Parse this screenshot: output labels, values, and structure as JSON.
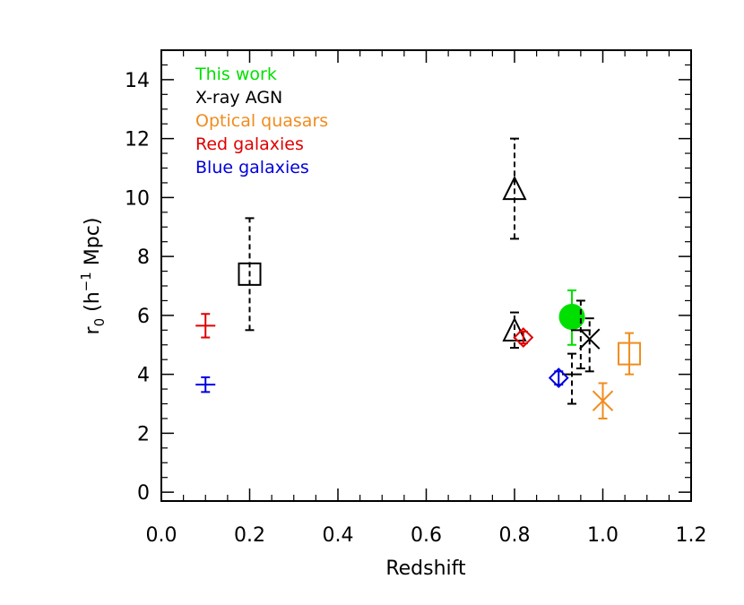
{
  "chart_data": {
    "type": "scatter",
    "xlabel": "Redshift",
    "ylabel": "r₀ (h⁻¹ Mpc)",
    "ylabel_parts": {
      "r": "r",
      "sub": "0",
      "open": " (h",
      "sup": "−1",
      "rest": " Mpc)"
    },
    "xlim": [
      0.0,
      1.2
    ],
    "ylim": [
      -0.3,
      15
    ],
    "xticks": [
      0.0,
      0.2,
      0.4,
      0.6,
      0.8,
      1.0,
      1.2
    ],
    "xtick_labels": [
      "0.0",
      "0.2",
      "0.4",
      "0.6",
      "0.8",
      "1.0",
      "1.2"
    ],
    "yticks": [
      0,
      2,
      4,
      6,
      8,
      10,
      12,
      14
    ],
    "ytick_labels": [
      "0",
      "2",
      "4",
      "6",
      "8",
      "10",
      "12",
      "14"
    ],
    "grid": false,
    "legend_position": "top-left",
    "legend": [
      {
        "label": "This work",
        "color": "#00e000"
      },
      {
        "label": "X-ray AGN",
        "color": "#000000"
      },
      {
        "label": "Optical quasars",
        "color": "#f08c1e"
      },
      {
        "label": "Red galaxies",
        "color": "#e00000"
      },
      {
        "label": "Blue galaxies",
        "color": "#0000e0"
      }
    ],
    "points": [
      {
        "group": "This work",
        "color": "#00e000",
        "marker": "filled-circle",
        "x": 0.93,
        "y": 5.95,
        "yerr_low": 5.0,
        "yerr_high": 6.85,
        "dashed": false
      },
      {
        "group": "X-ray AGN",
        "color": "#000000",
        "marker": "square",
        "x": 0.2,
        "y": 7.4,
        "yerr_low": 5.5,
        "yerr_high": 9.3,
        "dashed": true
      },
      {
        "group": "X-ray AGN",
        "color": "#000000",
        "marker": "triangle",
        "x": 0.8,
        "y": 10.25,
        "yerr_low": 8.6,
        "yerr_high": 12.0,
        "dashed": true
      },
      {
        "group": "X-ray AGN",
        "color": "#000000",
        "marker": "triangle",
        "x": 0.8,
        "y": 5.45,
        "yerr_low": 4.9,
        "yerr_high": 6.1,
        "dashed": true
      },
      {
        "group": "X-ray AGN",
        "color": "#000000",
        "marker": "plus",
        "x": 0.93,
        "y": 4.0,
        "yerr_low": 3.0,
        "yerr_high": 4.7,
        "dashed": true
      },
      {
        "group": "X-ray AGN",
        "color": "#000000",
        "marker": "plus",
        "x": 0.95,
        "y": 5.5,
        "yerr_low": 4.2,
        "yerr_high": 6.5,
        "dashed": true
      },
      {
        "group": "X-ray AGN",
        "color": "#000000",
        "marker": "x",
        "x": 0.97,
        "y": 5.2,
        "yerr_low": 4.1,
        "yerr_high": 5.9,
        "dashed": true
      },
      {
        "group": "Optical quasars",
        "color": "#f08c1e",
        "marker": "square",
        "x": 1.06,
        "y": 4.7,
        "yerr_low": 4.0,
        "yerr_high": 5.4,
        "dashed": false
      },
      {
        "group": "Optical quasars",
        "color": "#f08c1e",
        "marker": "x",
        "x": 1.0,
        "y": 3.1,
        "yerr_low": 2.5,
        "yerr_high": 3.7,
        "dashed": false
      },
      {
        "group": "Red galaxies",
        "color": "#e00000",
        "marker": "plus",
        "x": 0.1,
        "y": 5.65,
        "yerr_low": 5.25,
        "yerr_high": 6.05,
        "dashed": false
      },
      {
        "group": "Red galaxies",
        "color": "#e00000",
        "marker": "diamond",
        "x": 0.82,
        "y": 5.25,
        "yerr_low": 5.05,
        "yerr_high": 5.45,
        "dashed": false
      },
      {
        "group": "Blue galaxies",
        "color": "#0000e0",
        "marker": "plus",
        "x": 0.1,
        "y": 3.65,
        "yerr_low": 3.4,
        "yerr_high": 3.9,
        "dashed": false
      },
      {
        "group": "Blue galaxies",
        "color": "#0000e0",
        "marker": "diamond",
        "x": 0.9,
        "y": 3.88,
        "yerr_low": 3.65,
        "yerr_high": 4.1,
        "dashed": false
      }
    ]
  }
}
